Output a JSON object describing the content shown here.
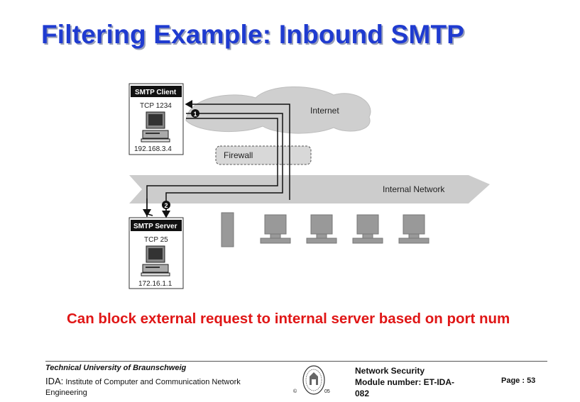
{
  "title": "Filtering Example: Inbound SMTP",
  "diagram": {
    "client_label": "SMTP Client",
    "client_port": "TCP 1234",
    "client_ip": "192.168.3.4",
    "internet_label": "Internet",
    "firewall_label": "Firewall",
    "network_label": "Internal Network",
    "server_label": "SMTP Server",
    "server_port": "TCP 25",
    "server_ip": "172.16.1.1",
    "step1": "1",
    "step2": "2"
  },
  "caption": "Can block external request to internal server based on port num",
  "footer": {
    "university": "Technical University of Braunschweig",
    "ida_prefix": "IDA:",
    "ida_rest": " Institute of Computer and Communication Network",
    "ida_line2": "Engineering",
    "copyright": "©",
    "year": "05",
    "course_line1": "Network Security",
    "course_line2": "Module number: ET-IDA-",
    "course_line3": "082",
    "page": "Page : 53"
  },
  "colors": {
    "title": "#1f3bd0",
    "caption": "#e01616",
    "cloud": "#cfcfcf",
    "network_bar": "#cccccc"
  }
}
